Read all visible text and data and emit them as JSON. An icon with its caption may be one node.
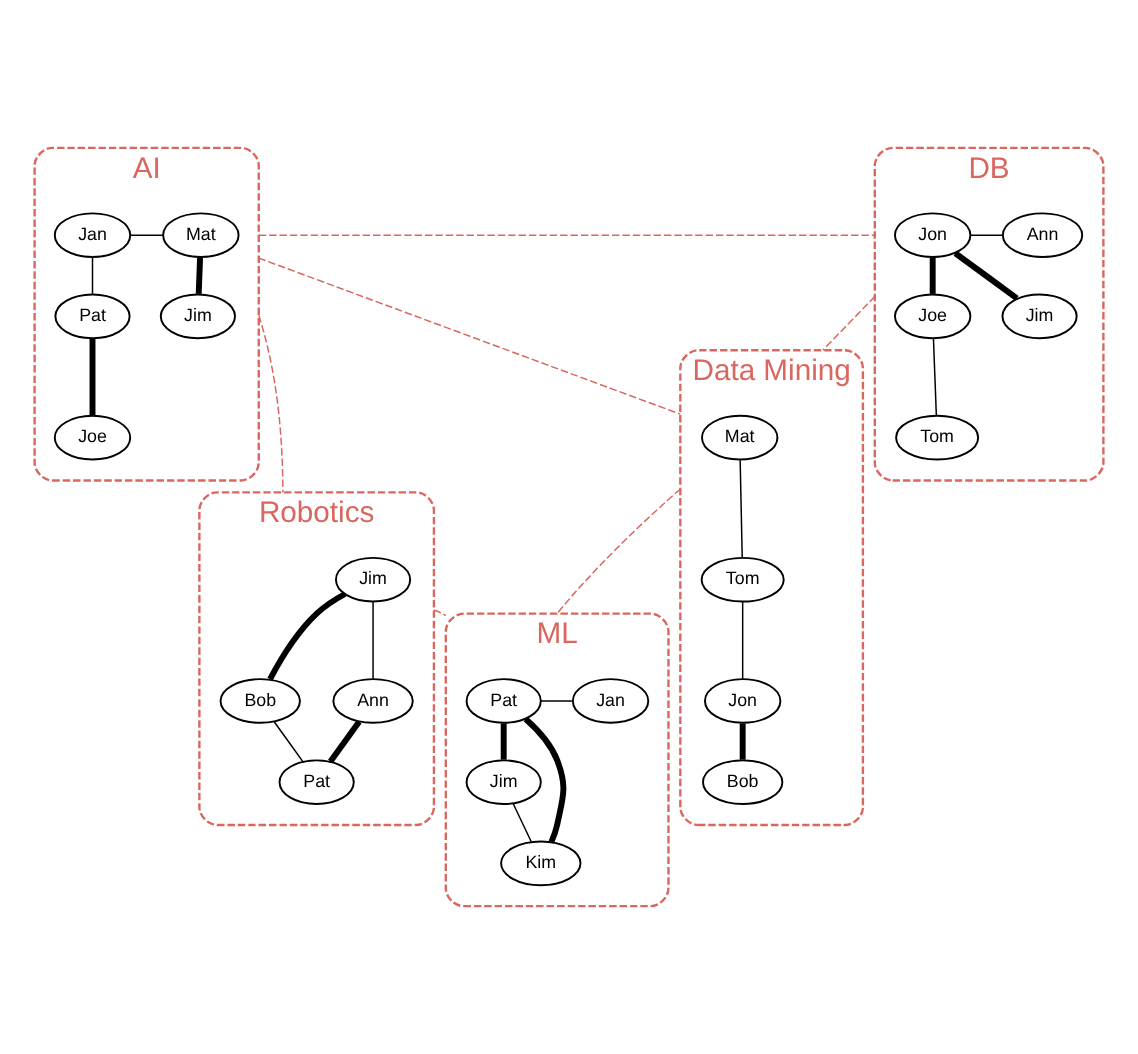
{
  "diagram": {
    "nodes": [
      {
        "text": [
          "AI"
        ]
      },
      {
        "text": [
          "Mat"
        ],
        "in": 0
      },
      {
        "text": [
          "Jan"
        ],
        "in": 0
      },
      {
        "text": [
          "Jim"
        ],
        "in": 0
      },
      {
        "text": [
          "Pat"
        ],
        "in": 0
      },
      {
        "text": [
          "Joe"
        ],
        "in": 0
      },
      {
        "text": [
          "DB"
        ]
      },
      {
        "text": [
          "Jon"
        ],
        "in": 6
      },
      {
        "text": [
          "Ann"
        ],
        "in": 6
      },
      {
        "text": [
          "Jim"
        ],
        "in": 6
      },
      {
        "text": [
          "Joe"
        ],
        "in": 6
      },
      {
        "text": [
          "Tom"
        ],
        "in": 6
      },
      {
        "text": [
          "Data Mining"
        ]
      },
      {
        "text": [
          "Mat"
        ],
        "in": 12
      },
      {
        "text": [
          "Tom"
        ],
        "in": 12
      },
      {
        "text": [
          "Jon"
        ],
        "in": 12
      },
      {
        "text": [
          "Bob"
        ],
        "in": 12
      },
      {
        "text": [
          "Robotics"
        ]
      },
      {
        "text": [
          "Bob"
        ],
        "in": 17
      },
      {
        "text": [
          "Jim"
        ],
        "in": 17
      },
      {
        "text": [
          "Pat"
        ],
        "in": 17
      },
      {
        "text": [
          "Ann"
        ],
        "in": 17
      },
      {
        "text": [
          "ML"
        ]
      },
      {
        "text": [
          "Pat"
        ],
        "in": 22
      },
      {
        "text": [
          "Jan"
        ],
        "in": 22
      },
      {
        "text": [
          "Jim"
        ],
        "in": 22
      },
      {
        "text": [
          "Kim"
        ],
        "in": 22
      }
    ],
    "edges": [
      {
        "from": 1,
        "to": 2,
        "arrow": "none"
      },
      {
        "from": 1,
        "to": 3,
        "arrow": "none",
        "style": "thick"
      },
      {
        "from": 2,
        "to": 4,
        "arrow": "none"
      },
      {
        "from": 4,
        "to": 5,
        "arrow": "none",
        "style": "thick"
      },
      {
        "from": 7,
        "to": 8,
        "arrow": "none"
      },
      {
        "from": 7,
        "to": 9,
        "arrow": "none",
        "style": "thick"
      },
      {
        "from": 7,
        "to": 10,
        "arrow": "none",
        "style": "thick"
      },
      {
        "from": 10,
        "to": 11,
        "arrow": "none"
      },
      {
        "from": 13,
        "to": 14,
        "arrow": "none"
      },
      {
        "from": 14,
        "to": 15,
        "arrow": "none"
      },
      {
        "from": 15,
        "to": 16,
        "arrow": "none",
        "style": "thick"
      },
      {
        "from": 19,
        "to": 18,
        "arrow": "none",
        "style": "thick"
      },
      {
        "from": 18,
        "to": 20,
        "arrow": "none"
      },
      {
        "from": 19,
        "to": 21,
        "arrow": "none"
      },
      {
        "from": 21,
        "to": 20,
        "arrow": "none",
        "style": "thick"
      },
      {
        "from": 23,
        "to": 24,
        "arrow": "none"
      },
      {
        "from": 23,
        "to": 25,
        "arrow": "none",
        "style": "thick"
      },
      {
        "from": 23,
        "to": 26,
        "arrow": "none",
        "style": "thick"
      },
      {
        "from": 25,
        "to": 26,
        "arrow": "none"
      },
      {
        "from": 0,
        "to": 6,
        "arrow": "none",
        "style": "dashed",
        "color": "#d9675f"
      },
      {
        "from": 0,
        "to": 12,
        "arrow": "none",
        "style": "dashed",
        "color": "#d9675f"
      },
      {
        "from": 0,
        "to": 17,
        "arrow": "none",
        "style": "dashed",
        "color": "#d9675f"
      },
      {
        "from": 6,
        "to": 12,
        "arrow": "none",
        "style": "dashed",
        "color": "#d9675f"
      },
      {
        "from": 12,
        "to": 22,
        "arrow": "none",
        "style": "dashed",
        "color": "#d9675f"
      },
      {
        "from": 17,
        "to": 22,
        "arrow": "none",
        "style": "dashed",
        "color": "#d9675f"
      }
    ]
  }
}
